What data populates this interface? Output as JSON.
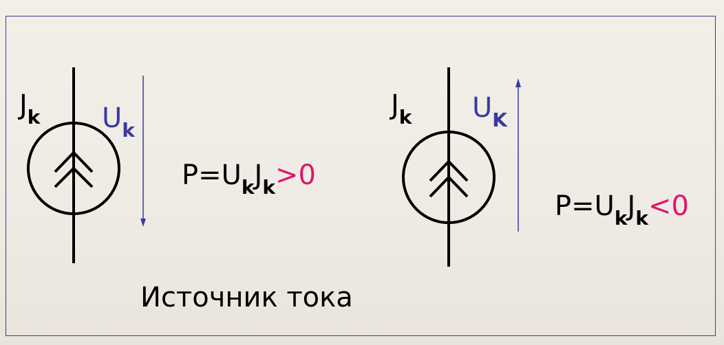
{
  "left_source": {
    "current_symbol": "J",
    "current_subscript": "k",
    "voltage_symbol": "U",
    "voltage_subscript": "k",
    "power_expr": "P=U",
    "power_sub1": "k",
    "power_mid": "J",
    "power_sub2": "k",
    "power_relation": ">0"
  },
  "right_source": {
    "current_symbol": "J",
    "current_subscript": "k",
    "voltage_symbol": "U",
    "voltage_subscript": "K",
    "power_expr": "P=U",
    "power_sub1": "k",
    "power_mid": "J",
    "power_sub2": "k",
    "power_relation": "<0"
  },
  "caption": "Источник тока",
  "colors": {
    "voltage": "#3a3aa0",
    "relation": "#e0146e",
    "frame": "#3c3c8c"
  }
}
